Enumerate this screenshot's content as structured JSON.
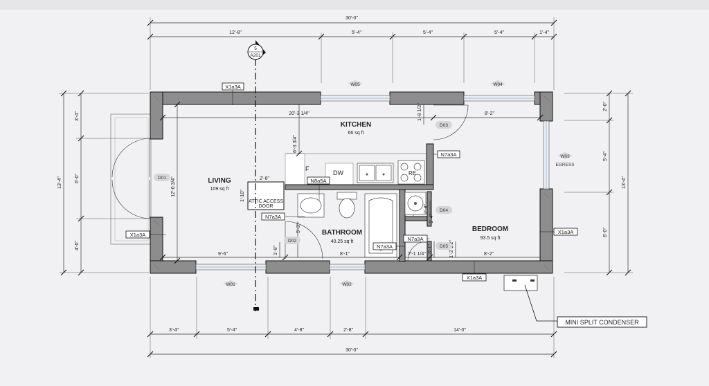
{
  "dimensions": {
    "overall_top": "30'-0\"",
    "overall_bottom": "30'-0\"",
    "top_segments": [
      "12'-8\"",
      "5'-4\"",
      "5'-4\"",
      "5'-4\"",
      "1'-4\""
    ],
    "bottom_segments": [
      "3'-4\"",
      "5'-4\"",
      "4'-8\"",
      "2'-8\"",
      "14'-0\""
    ],
    "left_total": "13'-4\"",
    "left_segments": [
      "3'-4\"",
      "6'-0\"",
      "4'-0\""
    ],
    "right_total": "13'-4\"",
    "right_segments": [
      "2'-0\"",
      "5'-4\"",
      "6'-0\""
    ],
    "interior": {
      "kitchen_width": "20'-3 1/4\"",
      "living_height": "12'-0 3/4\"",
      "kitchen_depth": "6'-3 3/4\"",
      "fridge_width": "1'-8 1/2\"",
      "bedroom_top": "8'-2\"",
      "attic_width": "2'-6\"",
      "attic_height": "1'-10\"",
      "living_bottom": "9'-6\"",
      "bath_bottom": "8'-1\"",
      "bath_left": "5'-3\"",
      "d02_side": "1'-8\"",
      "closet_h1": "2'-8\"",
      "closet_h2": "1'-4\"",
      "closet_bottom": "2'-1 1/4\"",
      "d05_side": "3'-1\"",
      "d05_side2": "1'-2 1/2\"",
      "bedroom_bottom": "8'-2\""
    }
  },
  "rooms": [
    {
      "name": "KITCHEN",
      "area": "66 sq ft"
    },
    {
      "name": "LIVING",
      "area": "109 sq ft"
    },
    {
      "name": "BATHROOM",
      "area": "40.25 sq ft"
    },
    {
      "name": "BEDROOM",
      "area": "93.5 sq ft"
    }
  ],
  "wall_tags": {
    "top": "X1a3A",
    "left_bottom": "X1a3A",
    "right": "X1a3A",
    "bottom": "X1a3A",
    "kitchen_partition": "N7a3A",
    "bath_plumbing": "N8a5A",
    "bath_left": "N7a3A",
    "closet_right": "N7a3A",
    "bath_bottom": "N7a3A"
  },
  "doors": [
    "D01",
    "D02",
    "D03",
    "D04",
    "D05"
  ],
  "windows": [
    "W05",
    "W04",
    "W03",
    "W01",
    "W02"
  ],
  "egress": "EGRESS",
  "section": {
    "number": "5",
    "sheet": "A201"
  },
  "fixtures": {
    "fridge": "F",
    "dishwasher": "DW",
    "range": "RE"
  },
  "attic": "ATTIC ACCESS DOOR",
  "callout": "MINI SPLIT CONDENSER"
}
